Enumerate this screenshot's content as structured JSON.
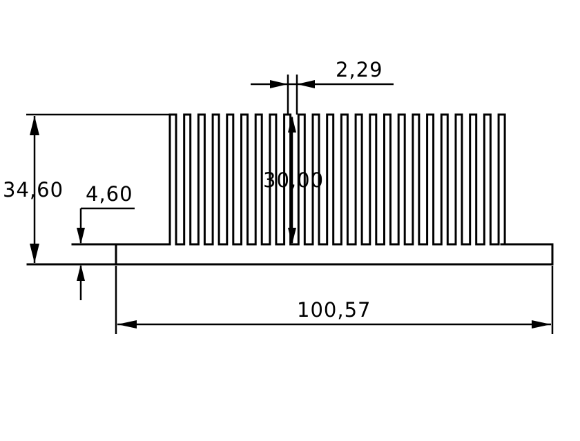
{
  "drawing": {
    "subject": "heatsink profile",
    "fin_count": 24,
    "dimensions": {
      "total_height": "34,60",
      "base_thickness": "4,60",
      "fin_height": "30,00",
      "fin_pitch": "2,29",
      "total_width": "100,57"
    },
    "colors": {
      "line": "#000000",
      "background": "#ffffff"
    }
  }
}
